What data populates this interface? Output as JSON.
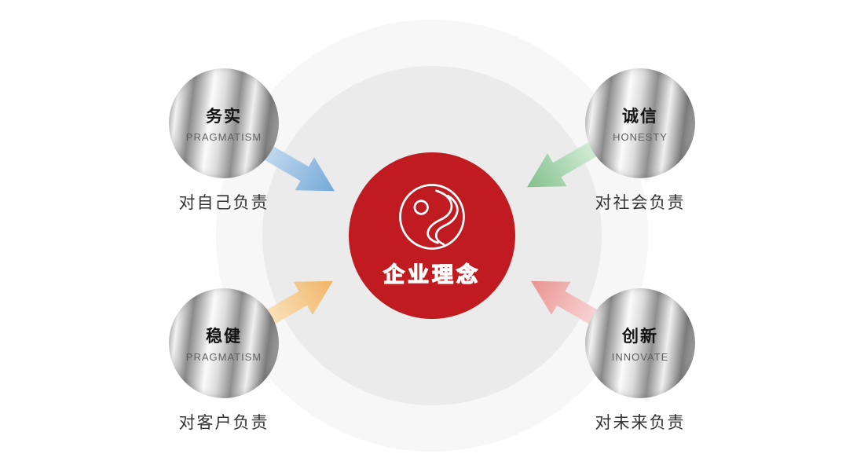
{
  "center": {
    "title": "企业理念",
    "logo_icon": "s-emblem-icon",
    "bg_color": "#bf1b21"
  },
  "background": {
    "ring_outer_color": "#f7f7f7",
    "ring_inner_color": "#ebebeb"
  },
  "nodes": [
    {
      "zh": "务实",
      "en": "PRAGMATISM",
      "caption": "对自己负责",
      "arrow_from": "#c6dcf0",
      "arrow_to": "#74a9d8"
    },
    {
      "zh": "诚信",
      "en": "HONESTY",
      "caption": "对社会负责",
      "arrow_from": "#d9efda",
      "arrow_to": "#82c08c"
    },
    {
      "zh": "稳健",
      "en": "PRAGMATISM",
      "caption": "对客户负责",
      "arrow_from": "#fbe7c4",
      "arrow_to": "#f0b467"
    },
    {
      "zh": "创新",
      "en": "INNOVATE",
      "caption": "对未来负责",
      "arrow_from": "#fadcdc",
      "arrow_to": "#e9938f"
    }
  ]
}
